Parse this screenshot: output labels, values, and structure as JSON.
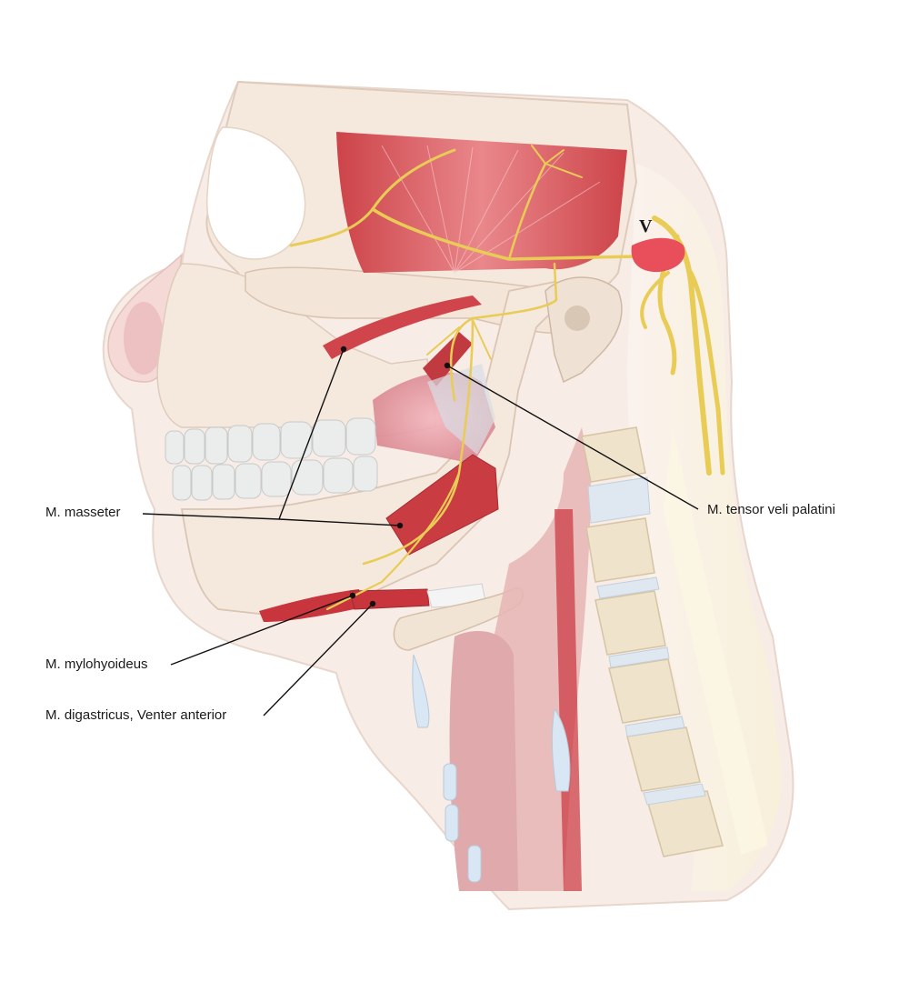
{
  "labels": {
    "masseter": "M. masseter",
    "tensor_veli_palatini": "M. tensor veli palatini",
    "mylohyoideus": "M. mylohyoideus",
    "digastricus": "M. digastricus, Venter anterior",
    "nerve": "V"
  },
  "colors": {
    "skin": "#f3e6df",
    "skin_edge": "#e6d2c8",
    "bone": "#f4e8dc",
    "bone_edge": "#dcc8b8",
    "muscle": "#c9353c",
    "muscle_light": "#e57b80",
    "nerve": "#e8cc55",
    "tooth": "#e9eaea",
    "cartilage": "#d8e6f2",
    "airway": "#d9a0a6",
    "vertebra": "#efe3cc"
  }
}
